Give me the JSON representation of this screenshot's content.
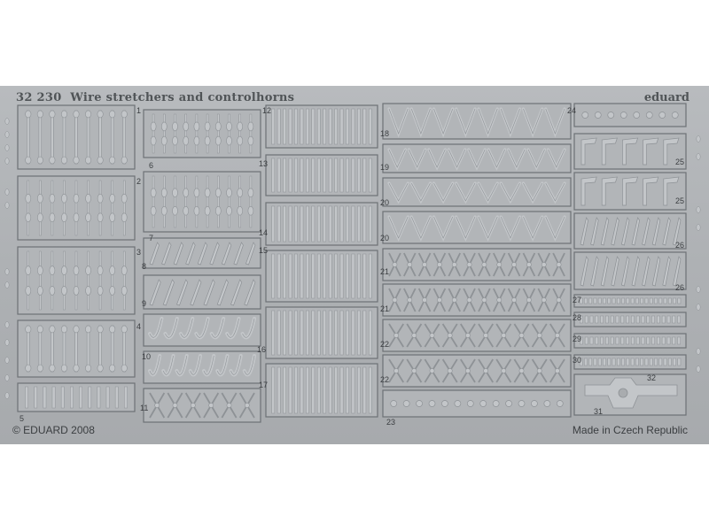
{
  "fret": {
    "code": "32 230",
    "title": "Wire stretchers and controlhorns",
    "brand": "eduard",
    "copyright": "© EDUARD 2008",
    "origin": "Made in Czech Republic"
  },
  "parts": [
    {
      "n": "1"
    },
    {
      "n": "2"
    },
    {
      "n": "3"
    },
    {
      "n": "4"
    },
    {
      "n": "5"
    },
    {
      "n": "6"
    },
    {
      "n": "7"
    },
    {
      "n": "8"
    },
    {
      "n": "9"
    },
    {
      "n": "10"
    },
    {
      "n": "11"
    },
    {
      "n": "12"
    },
    {
      "n": "13"
    },
    {
      "n": "14"
    },
    {
      "n": "15"
    },
    {
      "n": "16"
    },
    {
      "n": "17"
    },
    {
      "n": "18"
    },
    {
      "n": "19"
    },
    {
      "n": "20"
    },
    {
      "n": "20"
    },
    {
      "n": "21"
    },
    {
      "n": "21"
    },
    {
      "n": "22"
    },
    {
      "n": "22"
    },
    {
      "n": "23"
    },
    {
      "n": "24"
    },
    {
      "n": "25"
    },
    {
      "n": "25"
    },
    {
      "n": "26"
    },
    {
      "n": "26"
    },
    {
      "n": "27"
    },
    {
      "n": "28"
    },
    {
      "n": "29"
    },
    {
      "n": "30"
    },
    {
      "n": "31"
    },
    {
      "n": "32"
    }
  ]
}
